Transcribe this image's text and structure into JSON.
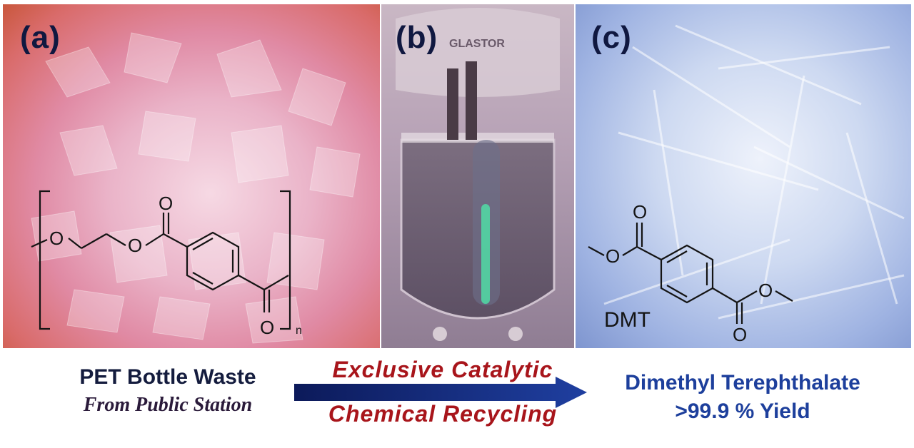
{
  "panels": {
    "a": {
      "label": "(a)"
    },
    "b": {
      "label": "(b)"
    },
    "c": {
      "label": "(c)"
    }
  },
  "pet_structure": {
    "atoms": [
      "O",
      "O",
      "O",
      "O"
    ],
    "subscript": "n"
  },
  "dmt_structure": {
    "label": "DMT",
    "atoms": [
      "O",
      "O",
      "O",
      "O"
    ]
  },
  "vessel_text": "GLASTOR",
  "bottom": {
    "left_title": "PET Bottle Waste",
    "left_subtitle": "From Public Station",
    "arrow_top": "Exclusive Catalytic",
    "arrow_bottom": "Chemical Recycling",
    "right_title": "Dimethyl Terephthalate",
    "right_yield": ">99.9 % Yield"
  },
  "colors": {
    "arrow": "#1a2f7a",
    "arrow_text": "#a8151b",
    "right_text": "#1d3f9c",
    "left_text": "#141c3e"
  }
}
